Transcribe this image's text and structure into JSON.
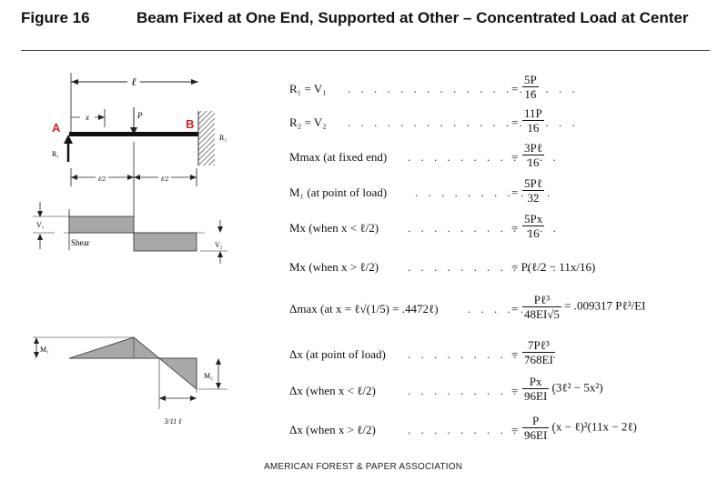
{
  "figure": {
    "number": "Figure 16",
    "title": "Beam Fixed at One End, Supported at Other – Concentrated Load at Center"
  },
  "diagram": {
    "length_label": "ℓ",
    "x_label": "x",
    "load_label": "P",
    "support_a": "A",
    "support_b": "B",
    "r1_label": "R₁",
    "r2_label": "R₂",
    "half_span_label": "ℓ/2",
    "v1_label": "V₁",
    "v2_label": "V₂",
    "shear_label": "Shear",
    "m1_label": "M₁",
    "m2_label": "M₂",
    "point_label": "3/11 ℓ"
  },
  "formulas": [
    {
      "lhs": "R₁ = V₁",
      "rhs_num": "5P",
      "rhs_den": "16"
    },
    {
      "lhs": "R₂ = V₂",
      "rhs_num": "11P",
      "rhs_den": "16"
    },
    {
      "lhs": "Mmax (at fixed end)",
      "rhs_num": "3Pℓ",
      "rhs_den": "16"
    },
    {
      "lhs": "M₁ (at point of load)",
      "rhs_num": "5Pℓ",
      "rhs_den": "32"
    },
    {
      "lhs": "Mx (when x < ℓ/2)",
      "rhs_num": "5Px",
      "rhs_den": "16"
    },
    {
      "lhs": "Mx (when x > ℓ/2)",
      "rhs_text": "= P(ℓ/2 − 11x/16)"
    },
    {
      "lhs": "Δmax (at x = ℓ√(1/5) = .4472ℓ)",
      "rhs_num": "Pℓ³",
      "rhs_den": "48EI√5",
      "rhs_extra": "= .009317 Pℓ³/EI"
    },
    {
      "lhs": "Δx (at point of load)",
      "rhs_num": "7Pℓ³",
      "rhs_den": "768EI"
    },
    {
      "lhs": "Δx (when x < ℓ/2)",
      "rhs_num": "Px",
      "rhs_den": "96EI",
      "rhs_extra": "(3ℓ² − 5x²)"
    },
    {
      "lhs": "Δx (when x > ℓ/2)",
      "rhs_num": "P",
      "rhs_den": "96EI",
      "rhs_extra": "(x − ℓ)²(11x − 2ℓ)"
    }
  ],
  "footer": "AMERICAN FOREST & PAPER ASSOCIATION",
  "colors": {
    "label_red": "#d22020",
    "fill_gray": "#a8a8a8"
  }
}
